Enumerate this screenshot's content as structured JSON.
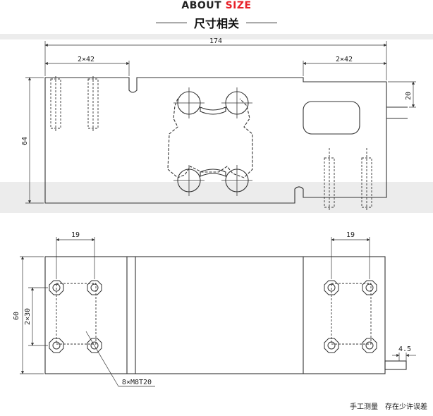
{
  "header": {
    "about_part1": "ABOUT ",
    "about_part2": "SIZE",
    "subtitle": "尺寸相关"
  },
  "colors": {
    "accent": "#e8222a",
    "band": "#ececec",
    "line": "#333333"
  },
  "top_view": {
    "dim_length": "174",
    "dim_left_holes": "2×42",
    "dim_right_holes": "2×42",
    "dim_height": "64",
    "dim_cable": "20"
  },
  "bottom_view": {
    "dim_left": "19",
    "dim_right": "19",
    "dim_width": "60",
    "dim_holes": "2×30",
    "dim_cable": "4.5",
    "thread_label": "8×M8T20"
  },
  "footer": {
    "note1": "手工测量",
    "note2": "存在少许误差"
  }
}
